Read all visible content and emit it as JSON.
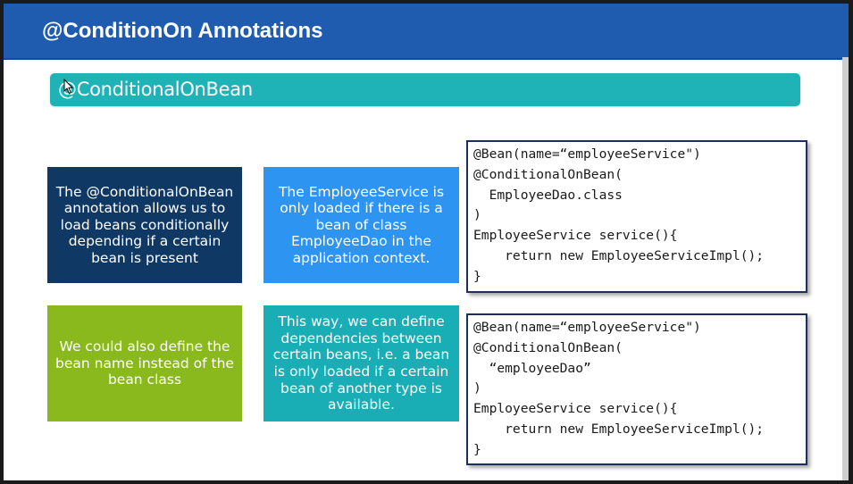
{
  "title": "@ConditionOn Annotations",
  "subtitle": "@ConditionalOnBean",
  "boxes": {
    "top_left": "The @ConditionalOnBean annotation allows us to load beans conditionally depending if a certain bean  is present",
    "top_middle": "The EmployeeService is only loaded  if there is a bean of class EmployeeDao in the application context.",
    "bottom_left": "We could also define the bean name instead of the bean class",
    "bottom_middle": "This way, we can define dependencies between certain beans, i.e. a bean is only loaded if a certain bean of another type is available."
  },
  "code_blocks": [
    {
      "lines": [
        "@Bean(name=“employeeService\")",
        "@ConditionalOnBean(",
        "  EmployeeDao.class",
        ")",
        "EmployeeService service(){",
        "    return new EmployeeServiceImpl();",
        "}"
      ]
    },
    {
      "lines": [
        "@Bean(name=“employeeService\")",
        "@ConditionalOnBean(",
        "  “employeeDao”",
        ")",
        "EmployeeService service(){",
        "    return new EmployeeServiceImpl();",
        "}"
      ]
    }
  ],
  "colors": {
    "title_bar": "#1f5cb0",
    "subtitle_band": "#1fb3b8",
    "box_navy": "#0f3864",
    "box_blue": "#2e94f2",
    "box_green": "#8ab91d",
    "box_teal": "#19aeb6",
    "code_border": "#1c2f5e"
  },
  "icons": {
    "cursor": "mouse-pointer-icon"
  }
}
